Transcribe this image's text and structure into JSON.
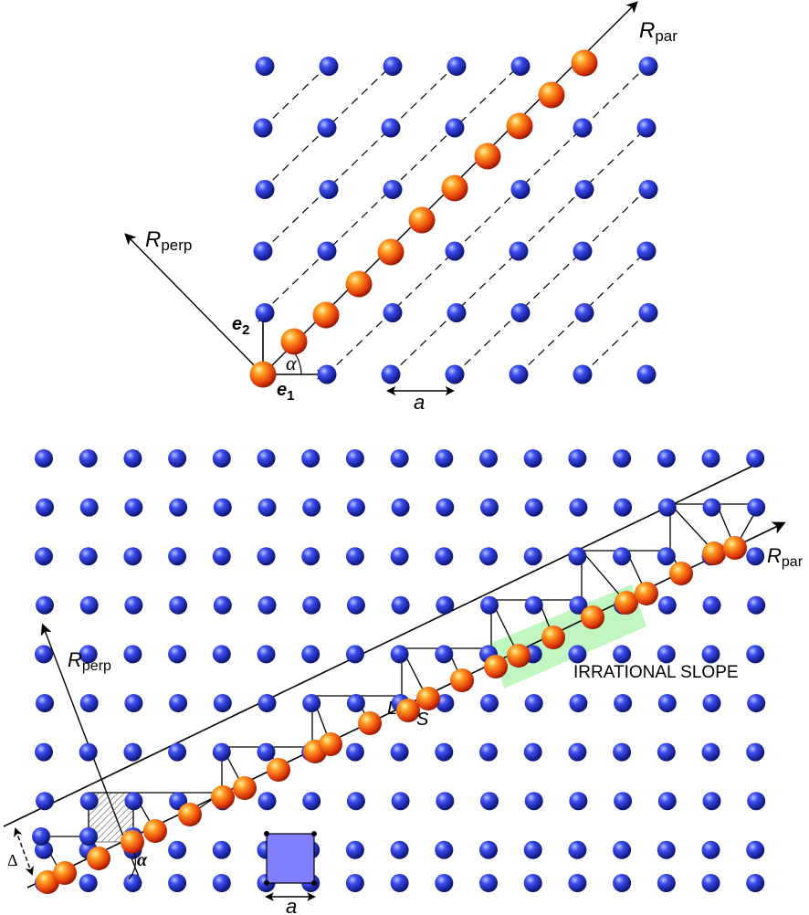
{
  "top_panel": {
    "labels": {
      "r_par": {
        "main": "R",
        "sub": "par"
      },
      "r_perp": {
        "main": "R",
        "sub": "perp"
      },
      "e1": {
        "main": "e",
        "sub": "1"
      },
      "e2": {
        "main": "e",
        "sub": "2"
      },
      "alpha": "α",
      "a": "a"
    }
  },
  "bottom_panel": {
    "labels": {
      "r_par": {
        "main": "R",
        "sub": "par"
      },
      "r_perp": {
        "main": "R",
        "sub": "perp"
      },
      "alpha": "α",
      "delta": "Δ",
      "a": "a",
      "L": "L",
      "S": "S",
      "irrational_slope": "IRRATIONAL SLOPE"
    }
  },
  "colors": {
    "lattice_atom": "#1f2fd8",
    "projected_atom": "#e8400f",
    "highlight_band": "#b9f5b9",
    "unit_cell": "#8080ff"
  }
}
